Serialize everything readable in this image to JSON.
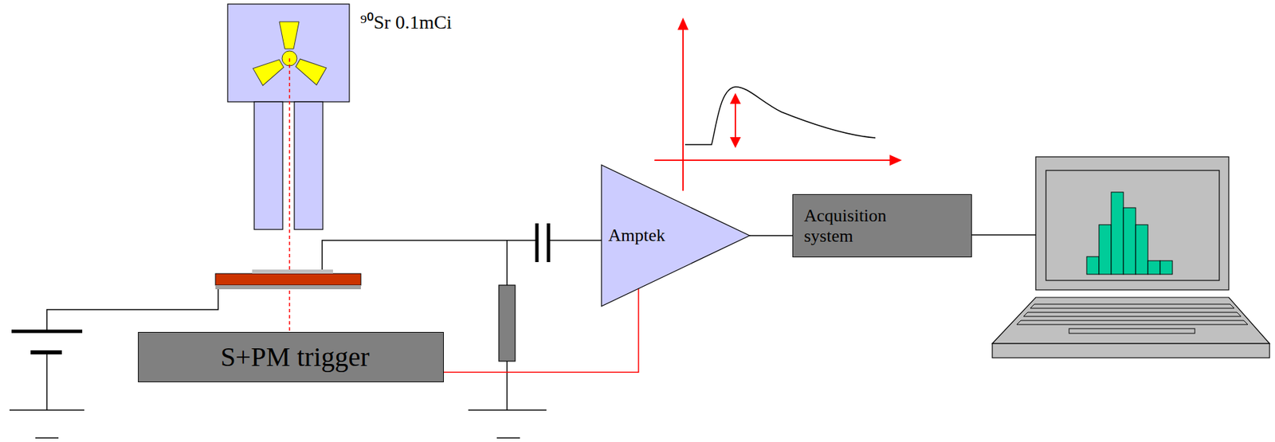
{
  "diagram": {
    "nodes": [
      {
        "text": [
          "S+PM trigger"
        ]
      },
      {
        "text": [
          "Amptek"
        ]
      },
      {
        "text": [
          "Acquisition system"
        ]
      }
    ],
    "edges": [
      {
        "from": 0,
        "to": 1,
        "arrow": "none"
      },
      {
        "from": 1,
        "to": 2,
        "arrow": "none"
      }
    ],
    "labels": [
      "⁹⁰Sr 0.1mCi"
    ]
  }
}
